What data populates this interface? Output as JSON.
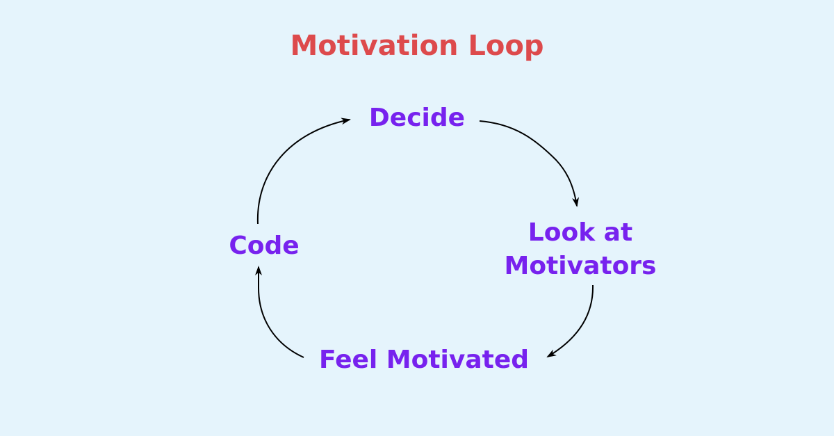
{
  "diagram": {
    "title": "Motivation Loop",
    "colors": {
      "background": "#e5f4fc",
      "title": "#dd4a4c",
      "node": "#7722ee",
      "arrow": "#000000"
    },
    "nodes": [
      {
        "id": "decide",
        "lines": [
          "Decide"
        ]
      },
      {
        "id": "look",
        "lines": [
          "Look at",
          "Motivators"
        ]
      },
      {
        "id": "feel",
        "lines": [
          "Feel Motivated"
        ]
      },
      {
        "id": "code",
        "lines": [
          "Code"
        ]
      }
    ],
    "edges": [
      {
        "from": "decide",
        "to": "look"
      },
      {
        "from": "look",
        "to": "feel"
      },
      {
        "from": "feel",
        "to": "code"
      },
      {
        "from": "code",
        "to": "decide"
      }
    ]
  }
}
